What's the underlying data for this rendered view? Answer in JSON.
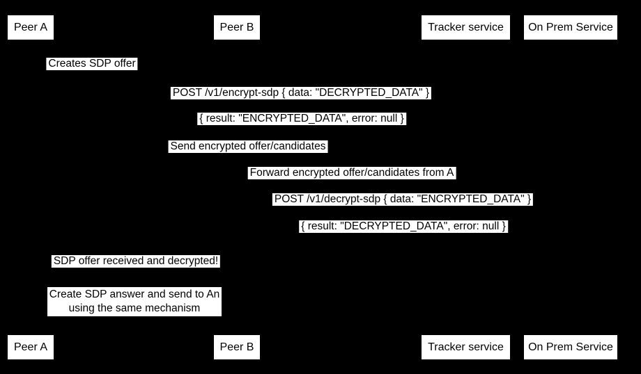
{
  "diagram": {
    "type": "sequence-diagram",
    "colors": {
      "background": "#000000",
      "box_fill": "#ffffff",
      "text": "#000000"
    }
  },
  "participants": [
    {
      "id": "peer-a",
      "label": "Peer A"
    },
    {
      "id": "peer-b",
      "label": "Peer B"
    },
    {
      "id": "tracker",
      "label": "Tracker service"
    },
    {
      "id": "onprem",
      "label": "On Prem Service"
    }
  ],
  "messages": [
    {
      "label": "Creates SDP offer"
    },
    {
      "label": "POST /v1/encrypt-sdp { data: \"DECRYPTED_DATA\" }"
    },
    {
      "label": "{ result: \"ENCRYPTED_DATA\", error: null }"
    },
    {
      "label": "Send encrypted offer/candidates"
    },
    {
      "label": "Forward encrypted offer/candidates from A"
    },
    {
      "label": "POST /v1/decrypt-sdp { data: \"ENCRYPTED_DATA\" }"
    },
    {
      "label": "{ result: \"DECRYPTED_DATA\", error: null }"
    },
    {
      "label": "SDP offer received and decrypted!"
    }
  ],
  "note": {
    "line1": "Create SDP answer and send to An",
    "line2": "using the same mechanism"
  }
}
